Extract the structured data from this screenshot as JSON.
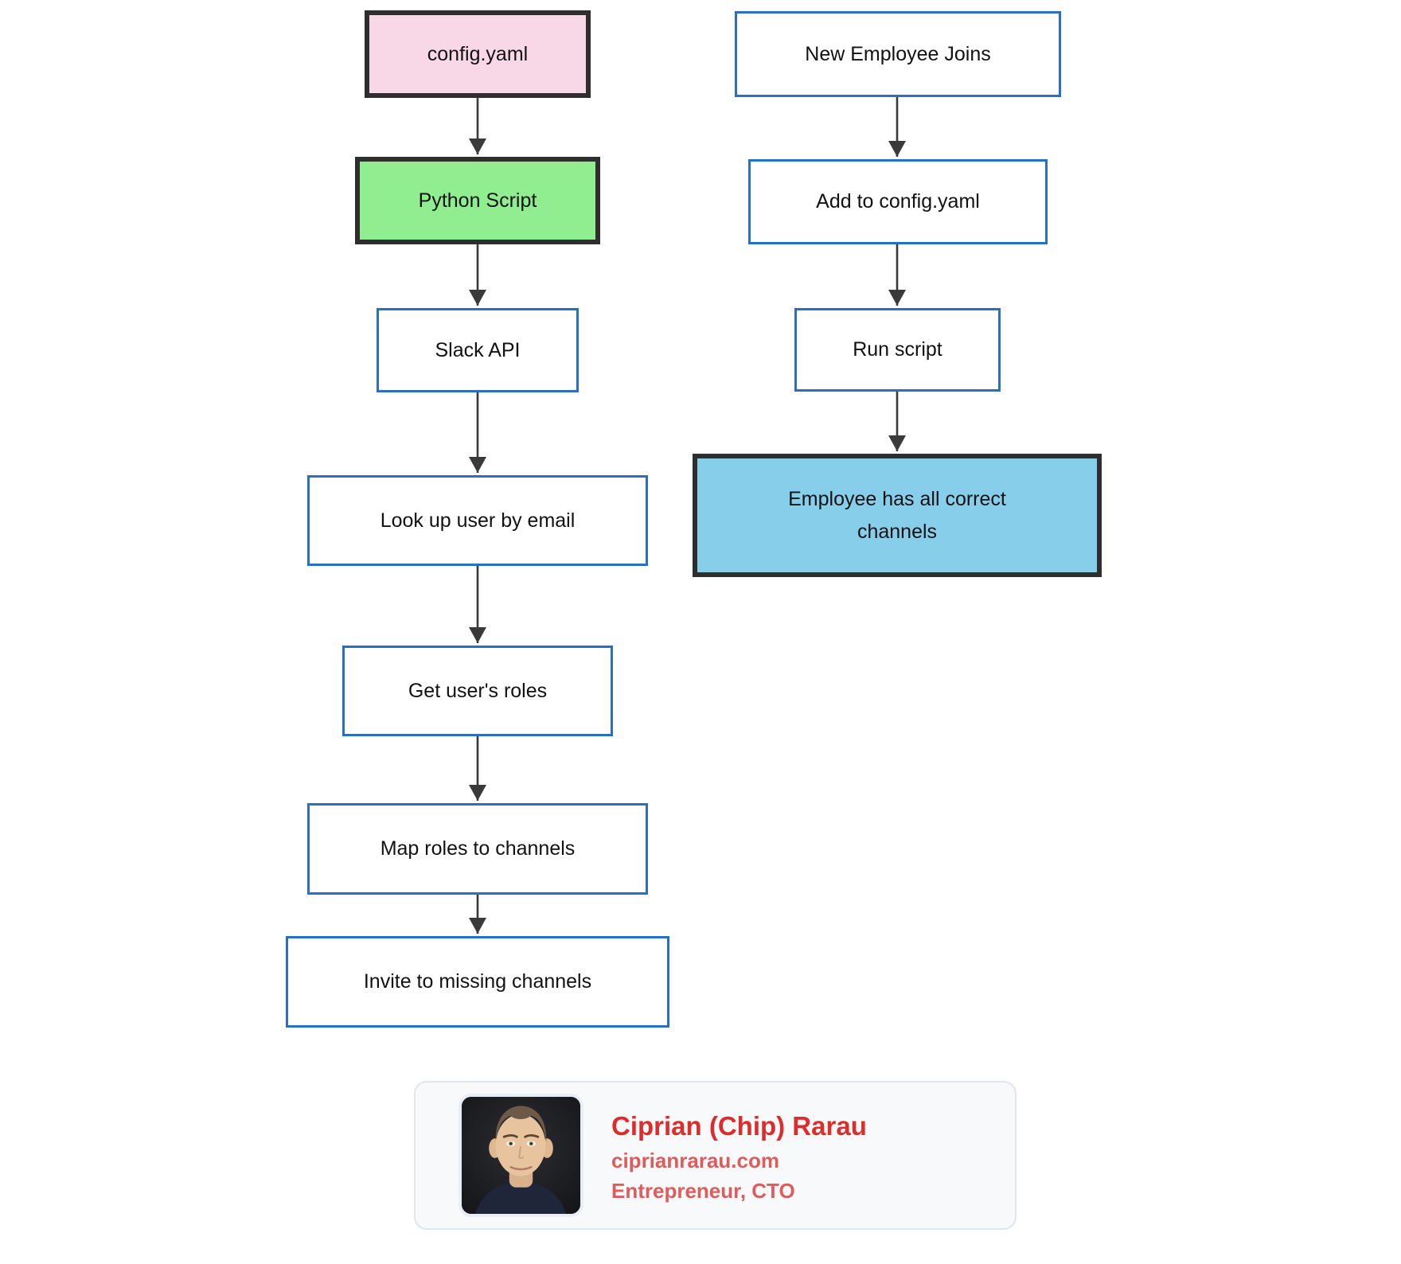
{
  "diagram": {
    "nodes": {
      "config_yaml": {
        "label": "config.yaml",
        "fill": "pink"
      },
      "python_script": {
        "label": "Python Script",
        "fill": "green"
      },
      "slack_api": {
        "label": "Slack API",
        "fill": "white"
      },
      "lookup_user": {
        "label": "Look up user by email",
        "fill": "white"
      },
      "get_roles": {
        "label": "Get user's roles",
        "fill": "white"
      },
      "map_roles": {
        "label": "Map roles to channels",
        "fill": "white"
      },
      "invite_channels": {
        "label": "Invite to missing channels",
        "fill": "white"
      },
      "new_employee": {
        "label": "New Employee Joins",
        "fill": "white"
      },
      "add_config": {
        "label": "Add to config.yaml",
        "fill": "white"
      },
      "run_script": {
        "label": "Run script",
        "fill": "white"
      },
      "employee_channels": {
        "label": "Employee has all correct\nchannels",
        "fill": "skyblue"
      }
    },
    "edges": [
      {
        "from": "config_yaml",
        "to": "python_script"
      },
      {
        "from": "python_script",
        "to": "slack_api"
      },
      {
        "from": "slack_api",
        "to": "lookup_user"
      },
      {
        "from": "lookup_user",
        "to": "get_roles"
      },
      {
        "from": "get_roles",
        "to": "map_roles"
      },
      {
        "from": "map_roles",
        "to": "invite_channels"
      },
      {
        "from": "new_employee",
        "to": "add_config"
      },
      {
        "from": "add_config",
        "to": "run_script"
      },
      {
        "from": "run_script",
        "to": "employee_channels"
      }
    ]
  },
  "author": {
    "name": "Ciprian (Chip) Rarau",
    "website": "ciprianrarau.com",
    "title": "Entrepreneur, CTO"
  },
  "colors": {
    "pink": "#f8d7e7",
    "green": "#90ee90",
    "skyblue": "#87ceeb",
    "node_blue": "#2a70c2",
    "dark_border": "#2e2e2e",
    "arrow": "#3a3a3a",
    "card_bg": "#f7f9fb",
    "card_border": "#dfe6ed",
    "author_red": "#dd2c2c",
    "author_red_soft": "#e05b5b"
  }
}
